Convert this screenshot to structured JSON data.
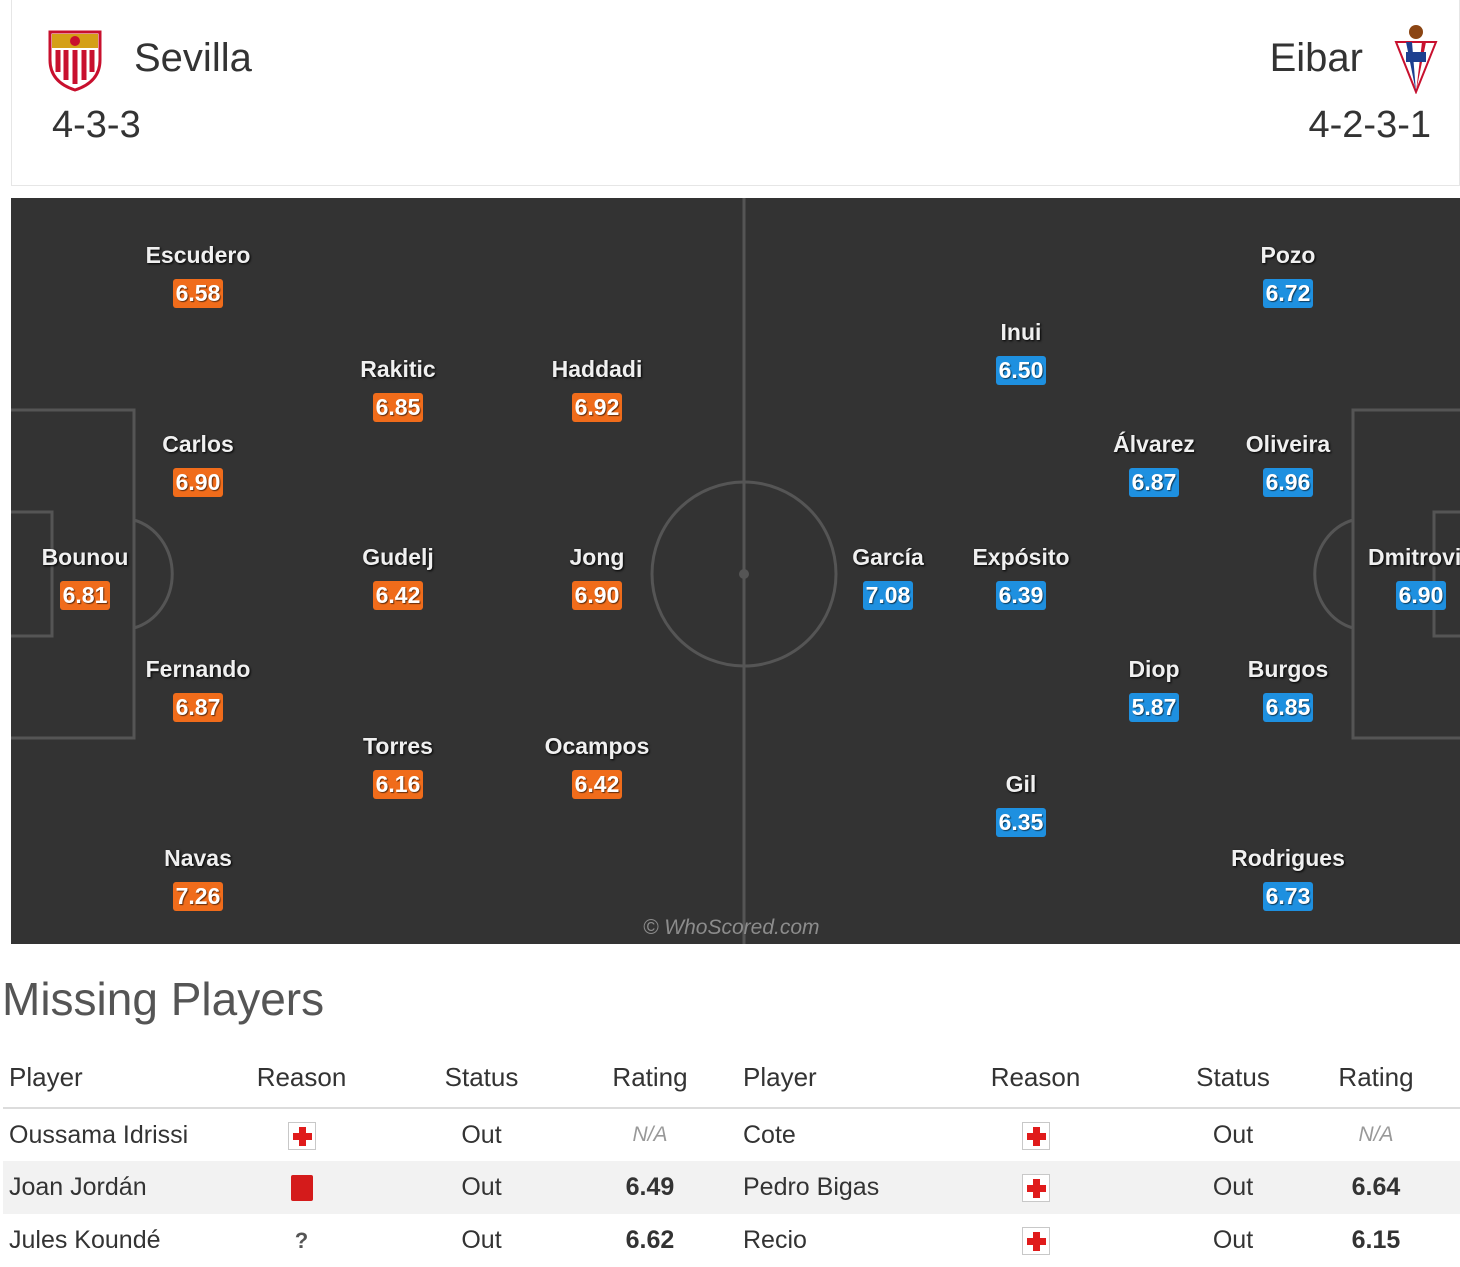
{
  "header": {
    "home": {
      "name": "Sevilla",
      "formation": "4-3-3",
      "crest": "sevilla-crest-icon"
    },
    "away": {
      "name": "Eibar",
      "formation": "4-2-3-1",
      "crest": "eibar-crest-icon"
    }
  },
  "pitch": {
    "watermark": "© WhoScored.com",
    "home_color": "#f06c1b",
    "away_color": "#1e90e0",
    "background": "#333333",
    "home_players": [
      {
        "name": "Bounou",
        "rating": "6.81"
      },
      {
        "name": "Escudero",
        "rating": "6.58"
      },
      {
        "name": "Carlos",
        "rating": "6.90"
      },
      {
        "name": "Fernando",
        "rating": "6.87"
      },
      {
        "name": "Navas",
        "rating": "7.26"
      },
      {
        "name": "Rakitic",
        "rating": "6.85"
      },
      {
        "name": "Gudelj",
        "rating": "6.42"
      },
      {
        "name": "Torres",
        "rating": "6.16"
      },
      {
        "name": "Haddadi",
        "rating": "6.92"
      },
      {
        "name": "Jong",
        "rating": "6.90"
      },
      {
        "name": "Ocampos",
        "rating": "6.42"
      }
    ],
    "away_players": [
      {
        "name": "Dmitrovic",
        "rating": "6.90"
      },
      {
        "name": "Pozo",
        "rating": "6.72"
      },
      {
        "name": "Oliveira",
        "rating": "6.96"
      },
      {
        "name": "Burgos",
        "rating": "6.85"
      },
      {
        "name": "Rodrigues",
        "rating": "6.73"
      },
      {
        "name": "Álvarez",
        "rating": "6.87"
      },
      {
        "name": "Diop",
        "rating": "5.87"
      },
      {
        "name": "Inui",
        "rating": "6.50"
      },
      {
        "name": "Expósito",
        "rating": "6.39"
      },
      {
        "name": "Gil",
        "rating": "6.35"
      },
      {
        "name": "García",
        "rating": "7.08"
      }
    ]
  },
  "missing": {
    "title": "Missing Players",
    "headers": [
      "Player",
      "Reason",
      "Status",
      "Rating",
      "Player",
      "Reason",
      "Status",
      "Rating"
    ],
    "rows": [
      {
        "home": {
          "player": "Oussama Idrissi",
          "reason": "injury-icon",
          "status": "Out",
          "rating": "N/A"
        },
        "away": {
          "player": "Cote",
          "reason": "injury-icon",
          "status": "Out",
          "rating": "N/A"
        }
      },
      {
        "home": {
          "player": "Joan Jordán",
          "reason": "red-card-icon",
          "status": "Out",
          "rating": "6.49"
        },
        "away": {
          "player": "Pedro Bigas",
          "reason": "injury-icon",
          "status": "Out",
          "rating": "6.64"
        }
      },
      {
        "home": {
          "player": "Jules Koundé",
          "reason": "unknown-icon",
          "unknown_glyph": "?",
          "status": "Out",
          "rating": "6.62"
        },
        "away": {
          "player": "Recio",
          "reason": "injury-icon",
          "status": "Out",
          "rating": "6.15"
        }
      }
    ]
  }
}
